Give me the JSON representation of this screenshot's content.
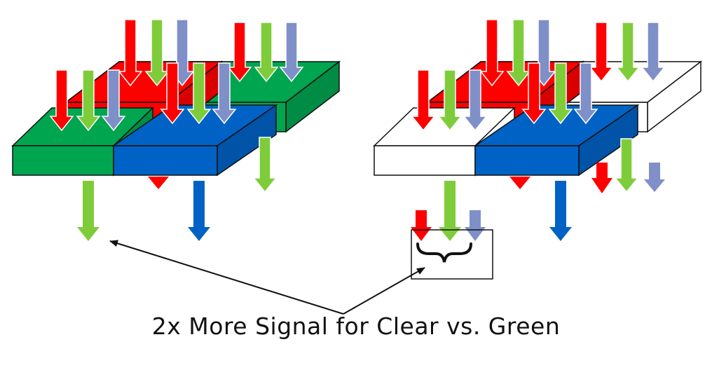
{
  "colors": {
    "red": "#ff0000",
    "green": "#7fcc3a",
    "blue_light": "#7f8fc8",
    "filter_green": "#00a550",
    "filter_red": "#ff0000",
    "filter_blue": "#0062c4",
    "filter_clear": "#ffffff",
    "edge": "#111111"
  },
  "caption": "2x More Signal for Clear vs. Green",
  "panels": [
    {
      "name": "rgb-bayer-filter",
      "filters": [
        "green",
        "red",
        "green",
        "blue"
      ]
    },
    {
      "name": "rgbc-clear-filter",
      "filters": [
        "clear",
        "red",
        "clear",
        "blue"
      ]
    }
  ]
}
